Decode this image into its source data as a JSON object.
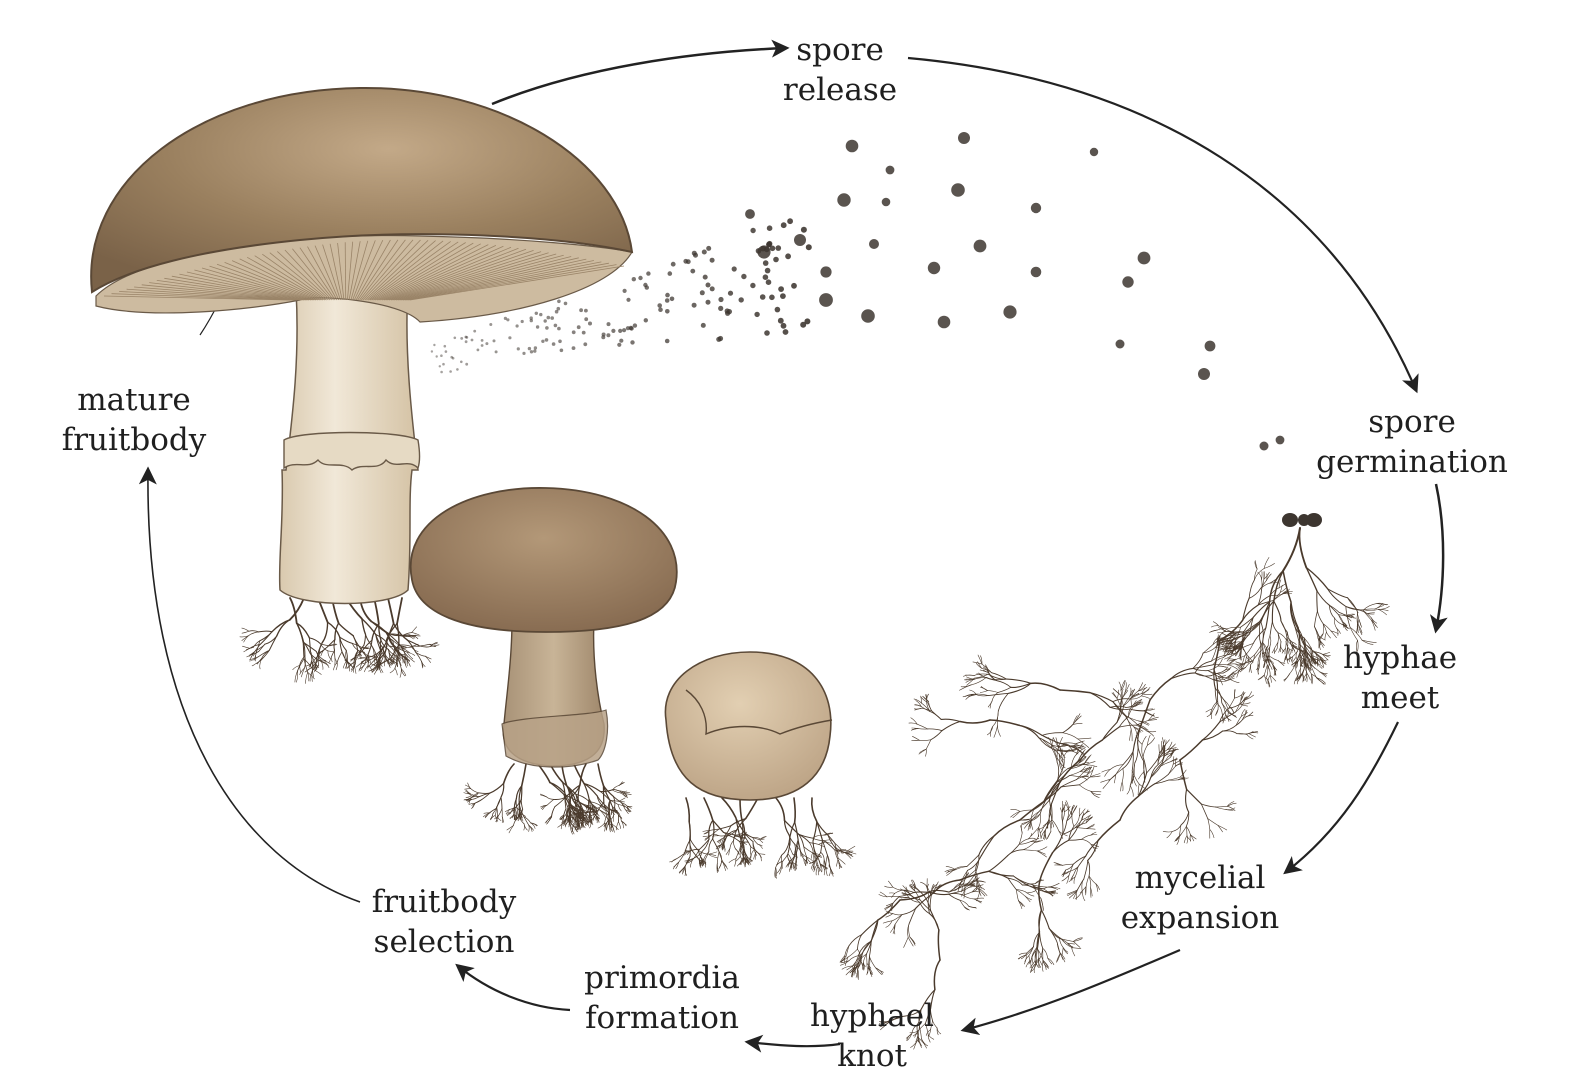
{
  "stages": [
    {
      "id": "spore-release",
      "line1": "spore",
      "line2": "release"
    },
    {
      "id": "spore-germination",
      "line1": "spore",
      "line2": "germination"
    },
    {
      "id": "hyphae-meet",
      "line1": "hyphae",
      "line2": "meet"
    },
    {
      "id": "mycelial-expansion",
      "line1": "mycelial",
      "line2": "expansion"
    },
    {
      "id": "hyphael-knot",
      "line1": "hyphael",
      "line2": "knot"
    },
    {
      "id": "primordia-formation",
      "line1": "primordia",
      "line2": "formation"
    },
    {
      "id": "fruitbody-selection",
      "line1": "fruitbody",
      "line2": "selection"
    },
    {
      "id": "mature-fruitbody",
      "line1": "mature",
      "line2": "fruitbody"
    }
  ],
  "colors": {
    "cap": "#8d7458",
    "cap_light": "#b39a7a",
    "gills": "#c9b69a",
    "stem": "#ece2d0",
    "stem_shade": "#d8c8ad",
    "root": "#4a3a2c",
    "spore": "#3d3630",
    "arrow": "#222222",
    "text": "#1f1f1f"
  }
}
